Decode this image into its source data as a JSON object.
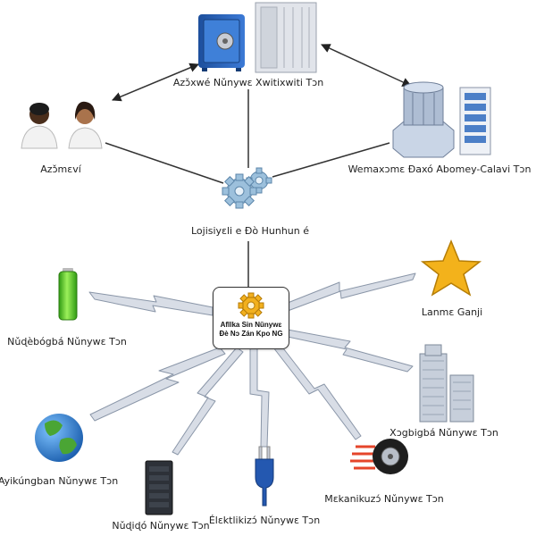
{
  "labels": {
    "top_server": "Azɔ̌xwé Nǔnywɛ Xwitixwiti Tɔn",
    "users": "Azɔ̌mɛví",
    "right_server": "Wemaxɔmɛ Ɖaxó Abomey-Calavi Tɔn",
    "software": "Lojisiyɛli e Ɖò Hunhun é",
    "hub_line1": "Afllka Sin Nǔnywɛ",
    "hub_line2": "Ɖè Nɔ Zán Kpo NG",
    "battery": "Nǔɖèbógbá Nǔnywɛ Tɔn",
    "star": "Lanmɛ Ganji",
    "buildings": "Xɔgbigbá Nǔnywɛ Tɔn",
    "globe": "Ayikúngban Nǔnywɛ Tɔn",
    "server_rack": "Nǔɖiɖó Nǔnywɛ Tɔn",
    "plug": "Élɛktlikizɔ́ Nǔnywɛ Tɔn",
    "wheel": "Mɛkanikuzɔ́ Nǔnywɛ Tɔn"
  },
  "colors": {
    "connector": "#333333",
    "lightning_fill": "#d8dde6",
    "lightning_stroke": "#8a96a8",
    "gear": "#9cc0dc",
    "hub_gear": "#f2b01e",
    "star": "#f3b21b",
    "battery": "#5bd12a",
    "globe_sea": "#2f7fd0",
    "globe_land": "#4aa534",
    "safe": "#2a5fb8",
    "plug": "#2458b0"
  },
  "icons": [
    "safe-icon",
    "server-cabinet-icon",
    "users-icon",
    "datacenter-icon",
    "server-rack-icon",
    "gears-icon",
    "hub-gear-icon",
    "battery-icon",
    "star-icon",
    "buildings-icon",
    "globe-icon",
    "rack-icon",
    "plug-icon",
    "wheel-icon"
  ]
}
